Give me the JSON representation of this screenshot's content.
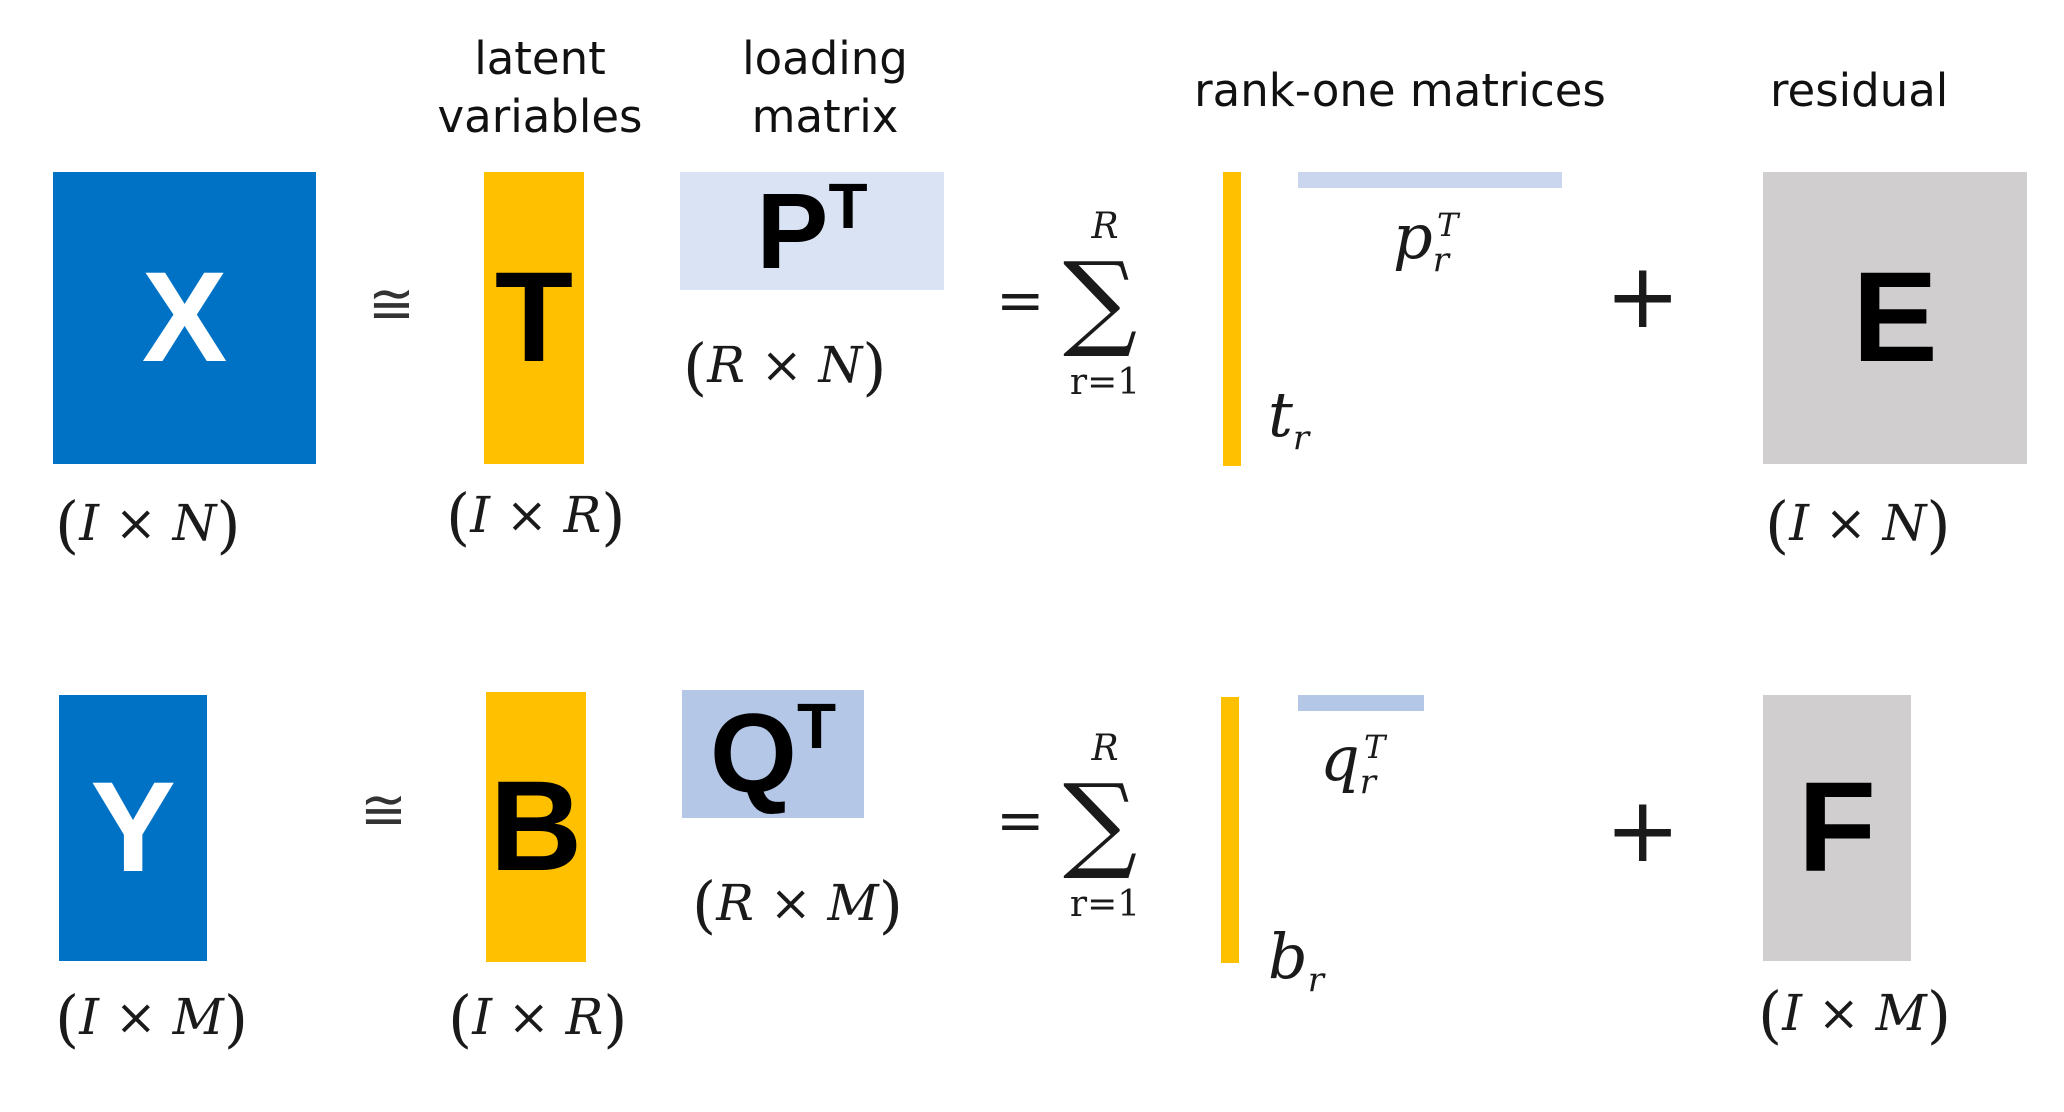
{
  "headers": {
    "latent": "latent\nvariables",
    "loading": "loading\nmatrix",
    "rank_one": "rank-one matrices",
    "residual": "residual"
  },
  "approx_symbol": "≅",
  "equals_symbol": "=",
  "sum_symbol": "∑",
  "sum_upper": "R",
  "sum_lower": "r=1",
  "plus_symbol": "+",
  "transpose_marker": "T",
  "colors": {
    "data_block": "#0072c6",
    "latent_block": "#ffc000",
    "loading_p": "#dae3f3",
    "loading_q": "#b4c7e7",
    "residual_block": "#d0cece"
  },
  "row_x": {
    "data_letter": "X",
    "data_dim": "(I×N)",
    "latent_letter": "T",
    "latent_dim": "(I×R)",
    "loading_letter": "P",
    "loading_dim": "(R×N)",
    "col_vector": "t",
    "col_vector_sub": "r",
    "row_vector": "p",
    "row_vector_sub": "r",
    "row_vector_sup": "T",
    "residual_letter": "E",
    "residual_dim": "(I×N)"
  },
  "row_y": {
    "data_letter": "Y",
    "data_dim": "(I×M)",
    "latent_letter": "B",
    "latent_dim": "(I×R)",
    "loading_letter": "Q",
    "loading_dim": "(R×M)",
    "col_vector": "b",
    "col_vector_sub": "r",
    "row_vector": "q",
    "row_vector_sub": "r",
    "row_vector_sup": "T",
    "residual_letter": "F",
    "residual_dim": "(I×M)"
  }
}
